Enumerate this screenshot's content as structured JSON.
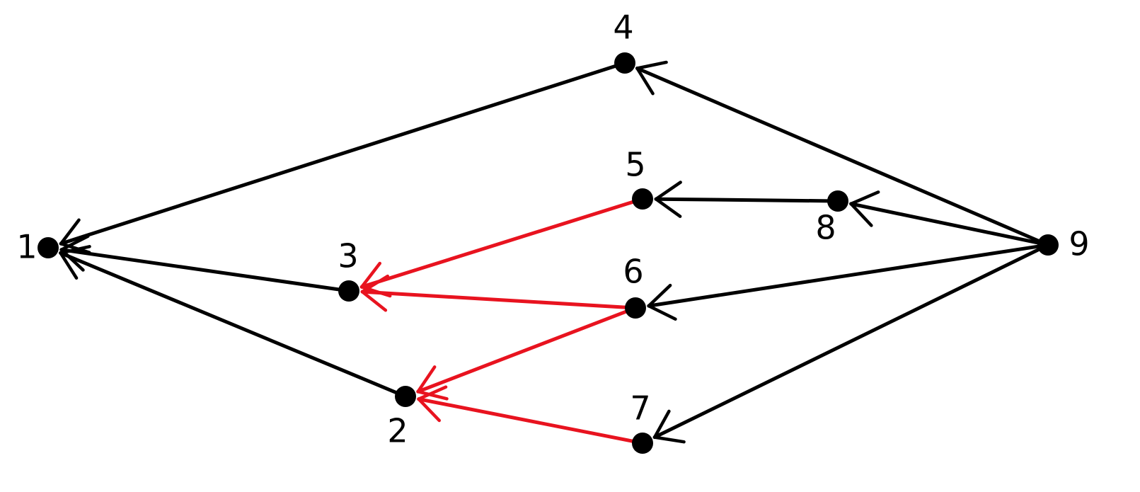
{
  "colors": {
    "default_edge": "#000000",
    "highlight_edge": "#e8131f",
    "node": "#000000",
    "label": "#000000"
  },
  "nodes": [
    {
      "id": "1",
      "label": "1"
    },
    {
      "id": "2",
      "label": "2"
    },
    {
      "id": "3",
      "label": "3"
    },
    {
      "id": "4",
      "label": "4"
    },
    {
      "id": "5",
      "label": "5"
    },
    {
      "id": "6",
      "label": "6"
    },
    {
      "id": "7",
      "label": "7"
    },
    {
      "id": "8",
      "label": "8"
    },
    {
      "id": "9",
      "label": "9"
    }
  ],
  "edges": [
    {
      "from": "4",
      "to": "1",
      "highlight": false
    },
    {
      "from": "3",
      "to": "1",
      "highlight": false
    },
    {
      "from": "2",
      "to": "1",
      "highlight": false
    },
    {
      "from": "9",
      "to": "4",
      "highlight": false
    },
    {
      "from": "8",
      "to": "5",
      "highlight": false
    },
    {
      "from": "9",
      "to": "8",
      "highlight": false
    },
    {
      "from": "9",
      "to": "6",
      "highlight": false
    },
    {
      "from": "9",
      "to": "7",
      "highlight": false
    },
    {
      "from": "5",
      "to": "3",
      "highlight": true
    },
    {
      "from": "6",
      "to": "3",
      "highlight": true
    },
    {
      "from": "6",
      "to": "2",
      "highlight": true
    },
    {
      "from": "7",
      "to": "2",
      "highlight": true
    }
  ]
}
